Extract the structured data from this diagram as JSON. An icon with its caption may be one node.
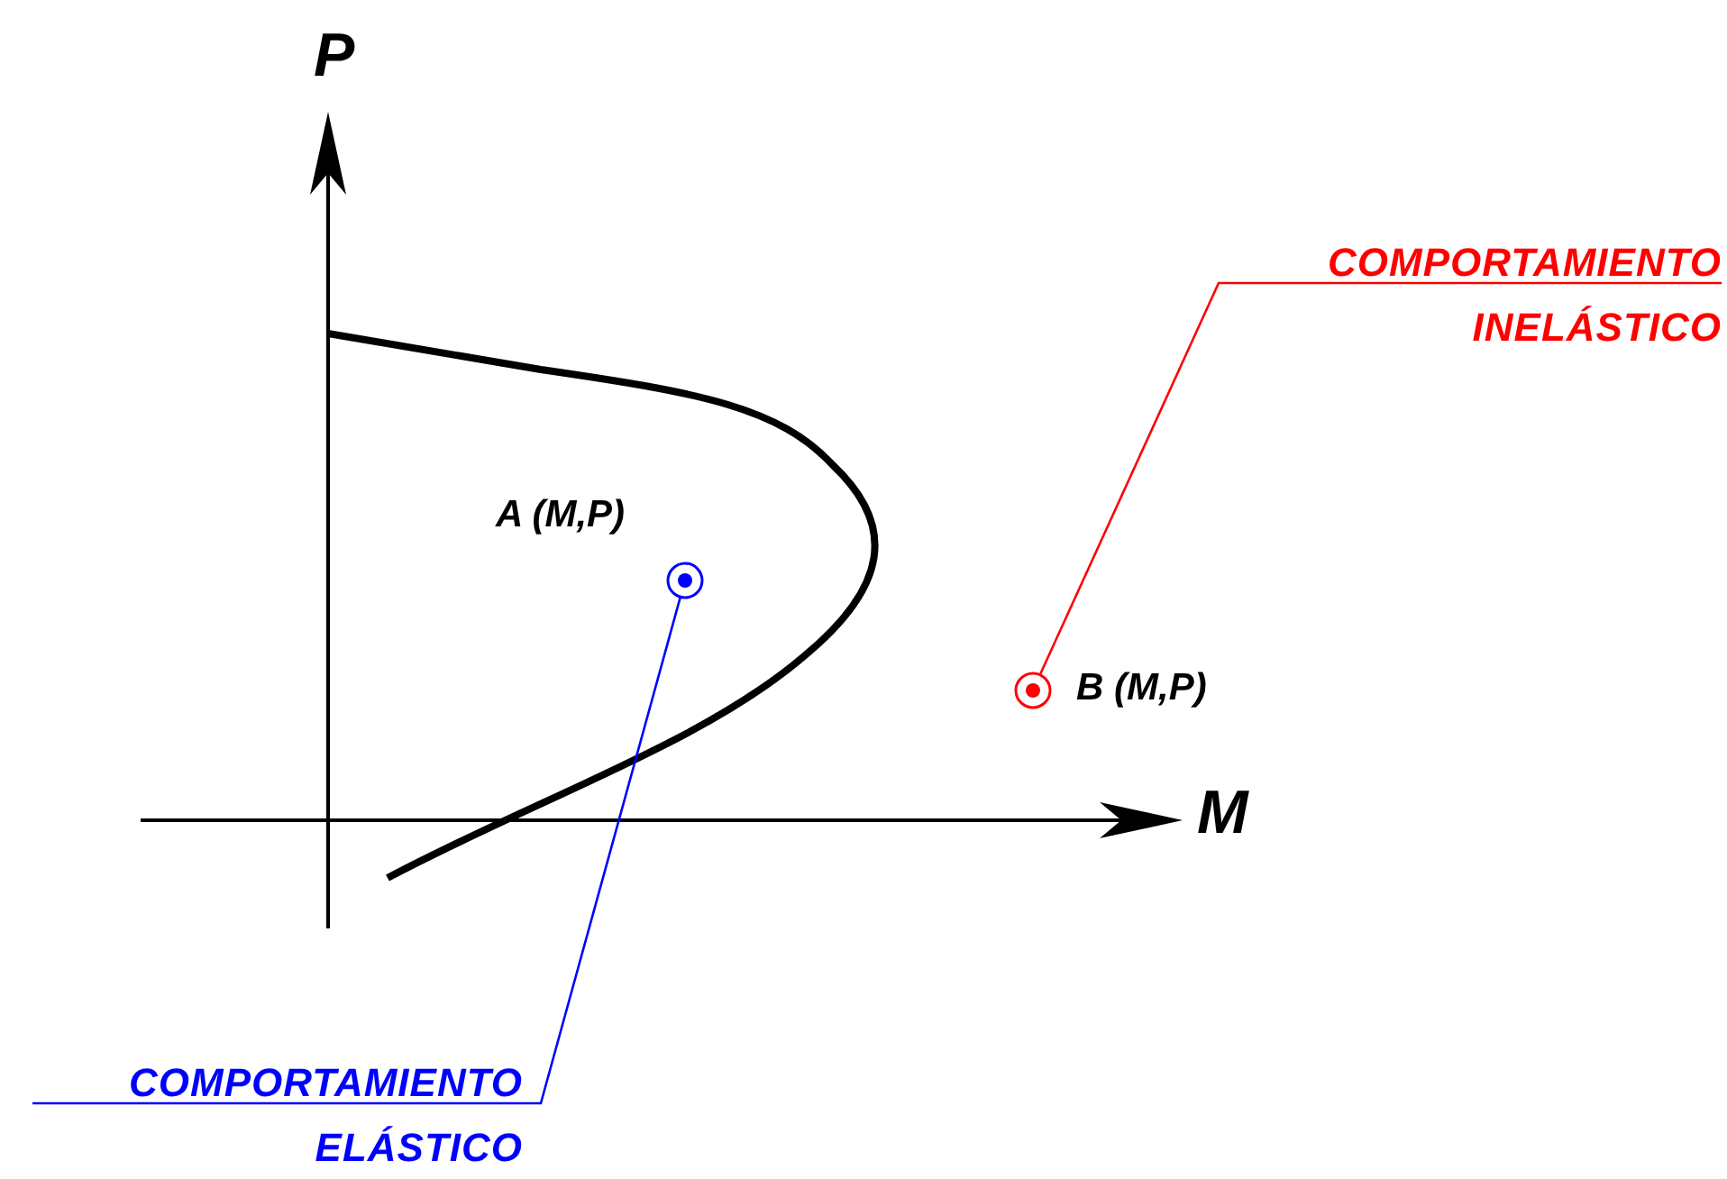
{
  "diagram": {
    "nodes": [
      {
        "text": [
          "COMPORTAMIENTO INELÁSTICO"
        ]
      },
      {
        "text": [],
        "shape": "circle",
        "beside": [
          "A (M,P)"
        ]
      },
      {
        "text": [],
        "shape": "circle",
        "beside": [
          "B (M,P)"
        ]
      },
      {
        "text": [
          "COMPORTAMIENTO ELÁSTICO"
        ]
      }
    ],
    "edges": [
      {
        "from": 3,
        "to": 1,
        "arrow": "none",
        "color": "#0000ff"
      },
      {
        "from": 0,
        "to": 2,
        "arrow": "none",
        "color": "#ff0000"
      }
    ],
    "labels": [
      "P",
      "M"
    ]
  }
}
